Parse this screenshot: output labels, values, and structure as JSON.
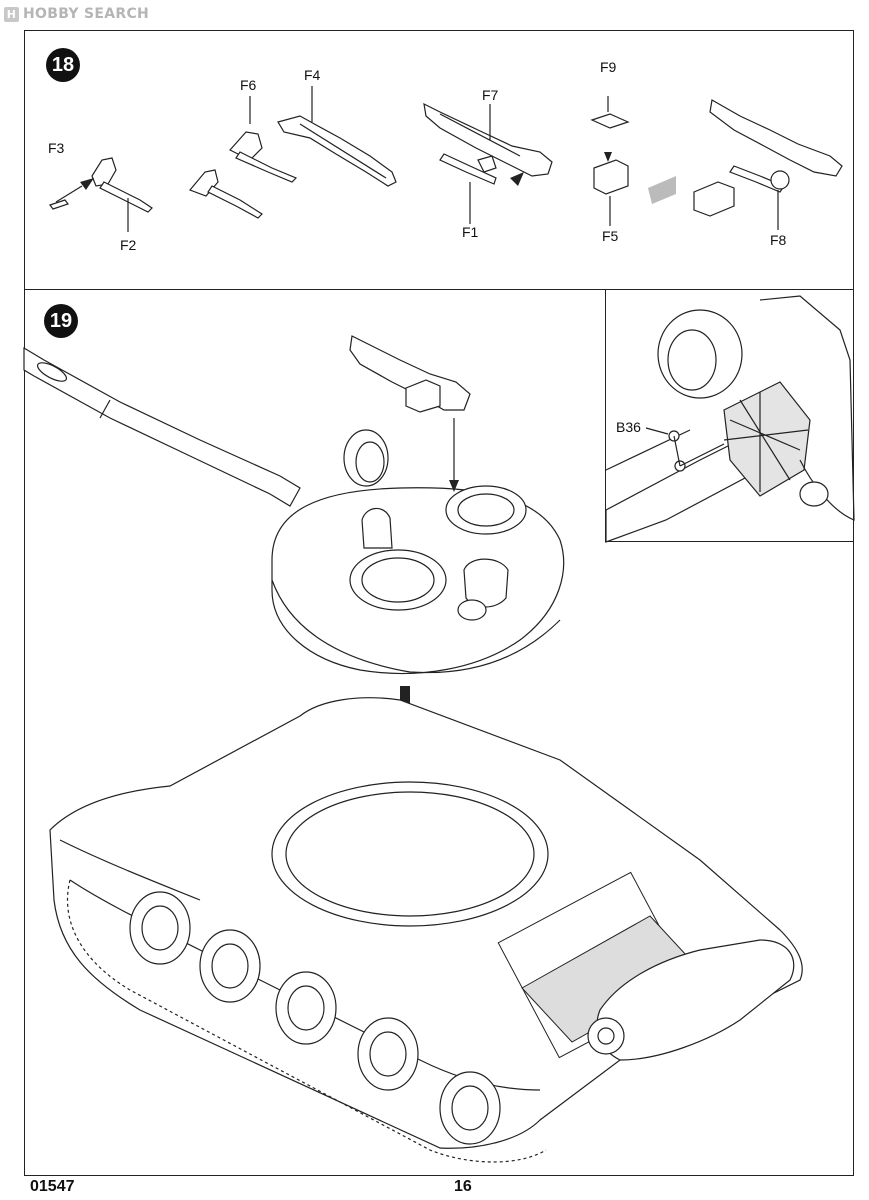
{
  "watermark": {
    "text": "HOBBY SEARCH",
    "icon": "hobby-search-logo-icon"
  },
  "step18": {
    "number": "18",
    "labels": {
      "F3": "F3",
      "F2": "F2",
      "F6": "F6",
      "F4": "F4",
      "F7": "F7",
      "F1": "F1",
      "F9": "F9",
      "F5": "F5",
      "F8": "F8"
    }
  },
  "step19": {
    "number": "19",
    "inset_label": "B36"
  },
  "footer": {
    "code": "01547",
    "page": "16"
  }
}
